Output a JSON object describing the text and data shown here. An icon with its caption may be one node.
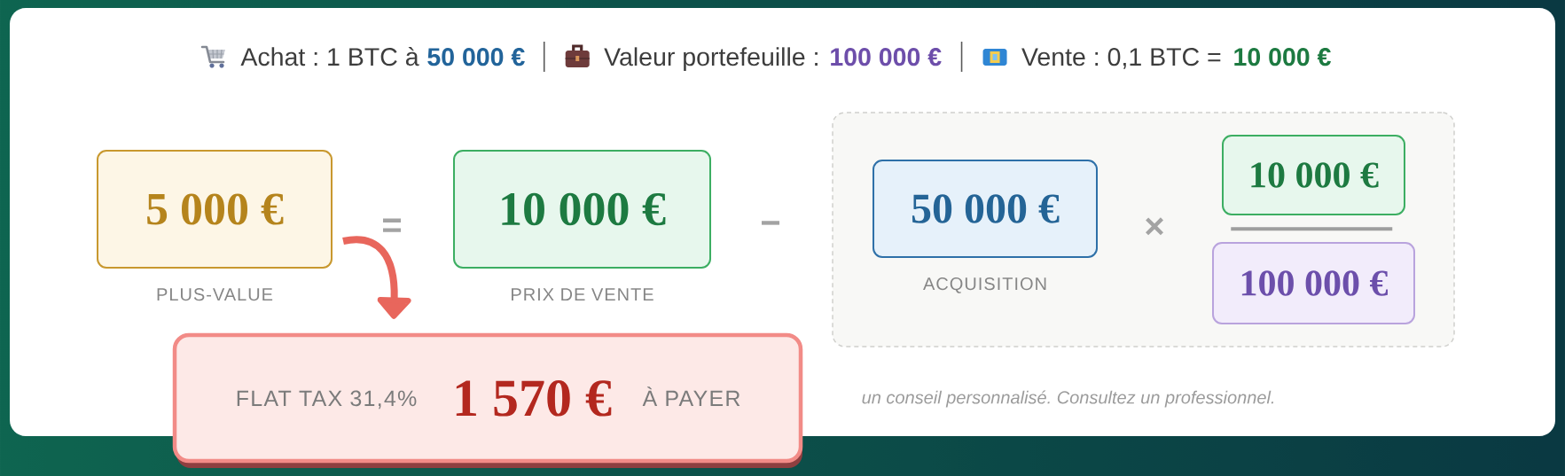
{
  "diagram": {
    "nodes": [
      {
        "text": [
          "5 000 €"
        ],
        "beside": [
          "PLUS-VALUE"
        ]
      },
      {
        "text": [
          "10 000 €"
        ],
        "beside": [
          "PRIX DE VENTE"
        ]
      },
      {
        "text": [],
        "shape": "box"
      },
      {
        "text": [
          "50 000 €"
        ],
        "in": 2,
        "beside": [
          "ACQUISITION"
        ]
      },
      {
        "text": [
          "10 000 €"
        ],
        "in": 2
      },
      {
        "text": [
          "100 000 €"
        ],
        "in": 2
      },
      {
        "text": [
          "FLAT TAX 31,4%",
          "1 570 €",
          "À PAYER"
        ]
      }
    ],
    "edges": [
      {
        "from": 0,
        "to": 6,
        "arrow": "to",
        "color": "#e8665c"
      }
    ],
    "labels": [
      "Achat : 1 BTC à",
      "50 000 €",
      "Valeur portefeuille :",
      "100 000 €",
      "Vente : 0,1 BTC =",
      "10 000 €",
      "=",
      "−",
      "×",
      "un conseil personnalisé. Consultez un professionnel."
    ]
  }
}
